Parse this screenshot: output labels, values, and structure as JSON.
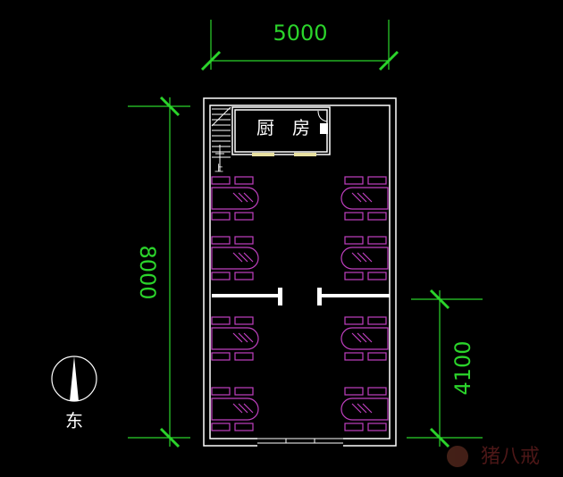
{
  "dimensions": {
    "top_width": "5000",
    "left_height": "8000",
    "right_partial": "4100"
  },
  "room": {
    "kitchen_label_1": "厨",
    "kitchen_label_2": "房",
    "stair_up": "上"
  },
  "compass": {
    "direction": "东"
  },
  "watermark": {
    "text": "猪八戒"
  },
  "colors": {
    "background": "#000000",
    "dimension": "#2bd42b",
    "walls": "#ffffff",
    "tables": "#c040c0",
    "window": "#e8e0a0"
  }
}
